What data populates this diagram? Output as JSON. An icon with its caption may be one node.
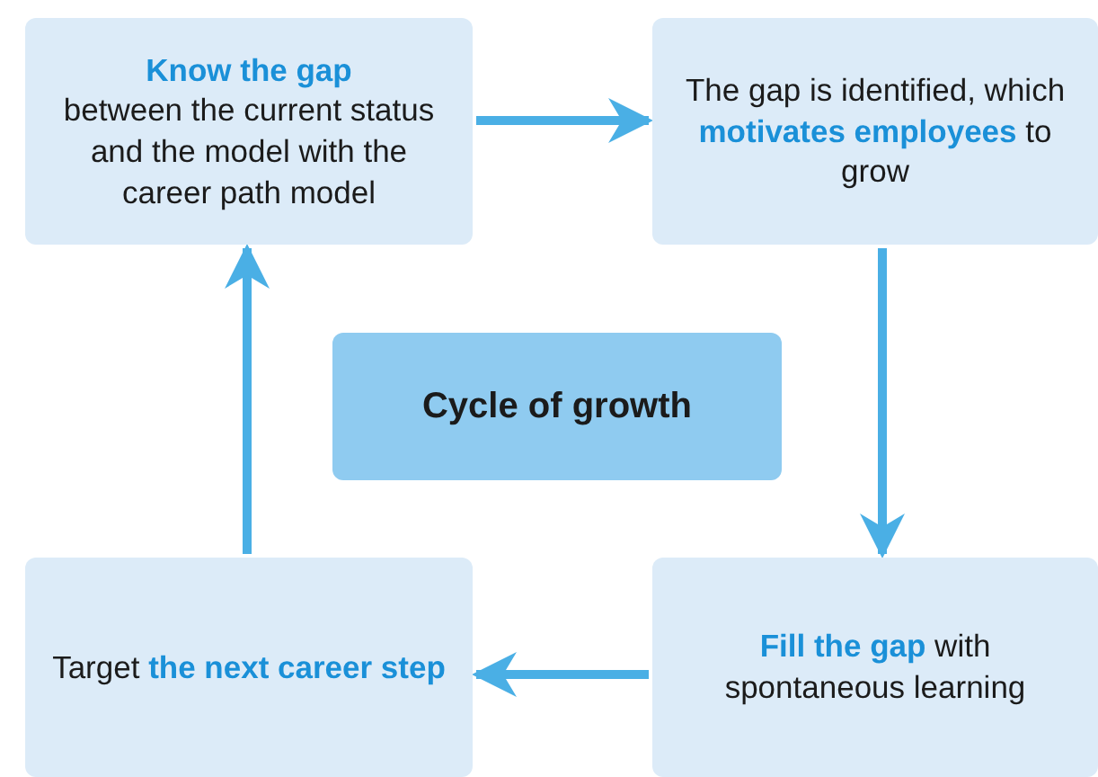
{
  "diagram": {
    "nodes": [
      {
        "text": [
          "Know the gap",
          "between the current status and the model with the career path model"
        ]
      },
      {
        "text": [
          "The gap is identified, which **motivates employees** to grow"
        ]
      },
      {
        "text": [
          "Cycle of growth"
        ]
      },
      {
        "text": [
          "Target **the next career step**"
        ]
      },
      {
        "text": [
          "**Fill the gap** with spontaneous learning"
        ]
      }
    ],
    "edges": [
      {
        "from": 0,
        "to": 1,
        "arrow": "to"
      },
      {
        "from": 1,
        "to": 4,
        "arrow": "to"
      },
      {
        "from": 4,
        "to": 3,
        "arrow": "to"
      },
      {
        "from": 3,
        "to": 0,
        "arrow": "to"
      }
    ]
  }
}
